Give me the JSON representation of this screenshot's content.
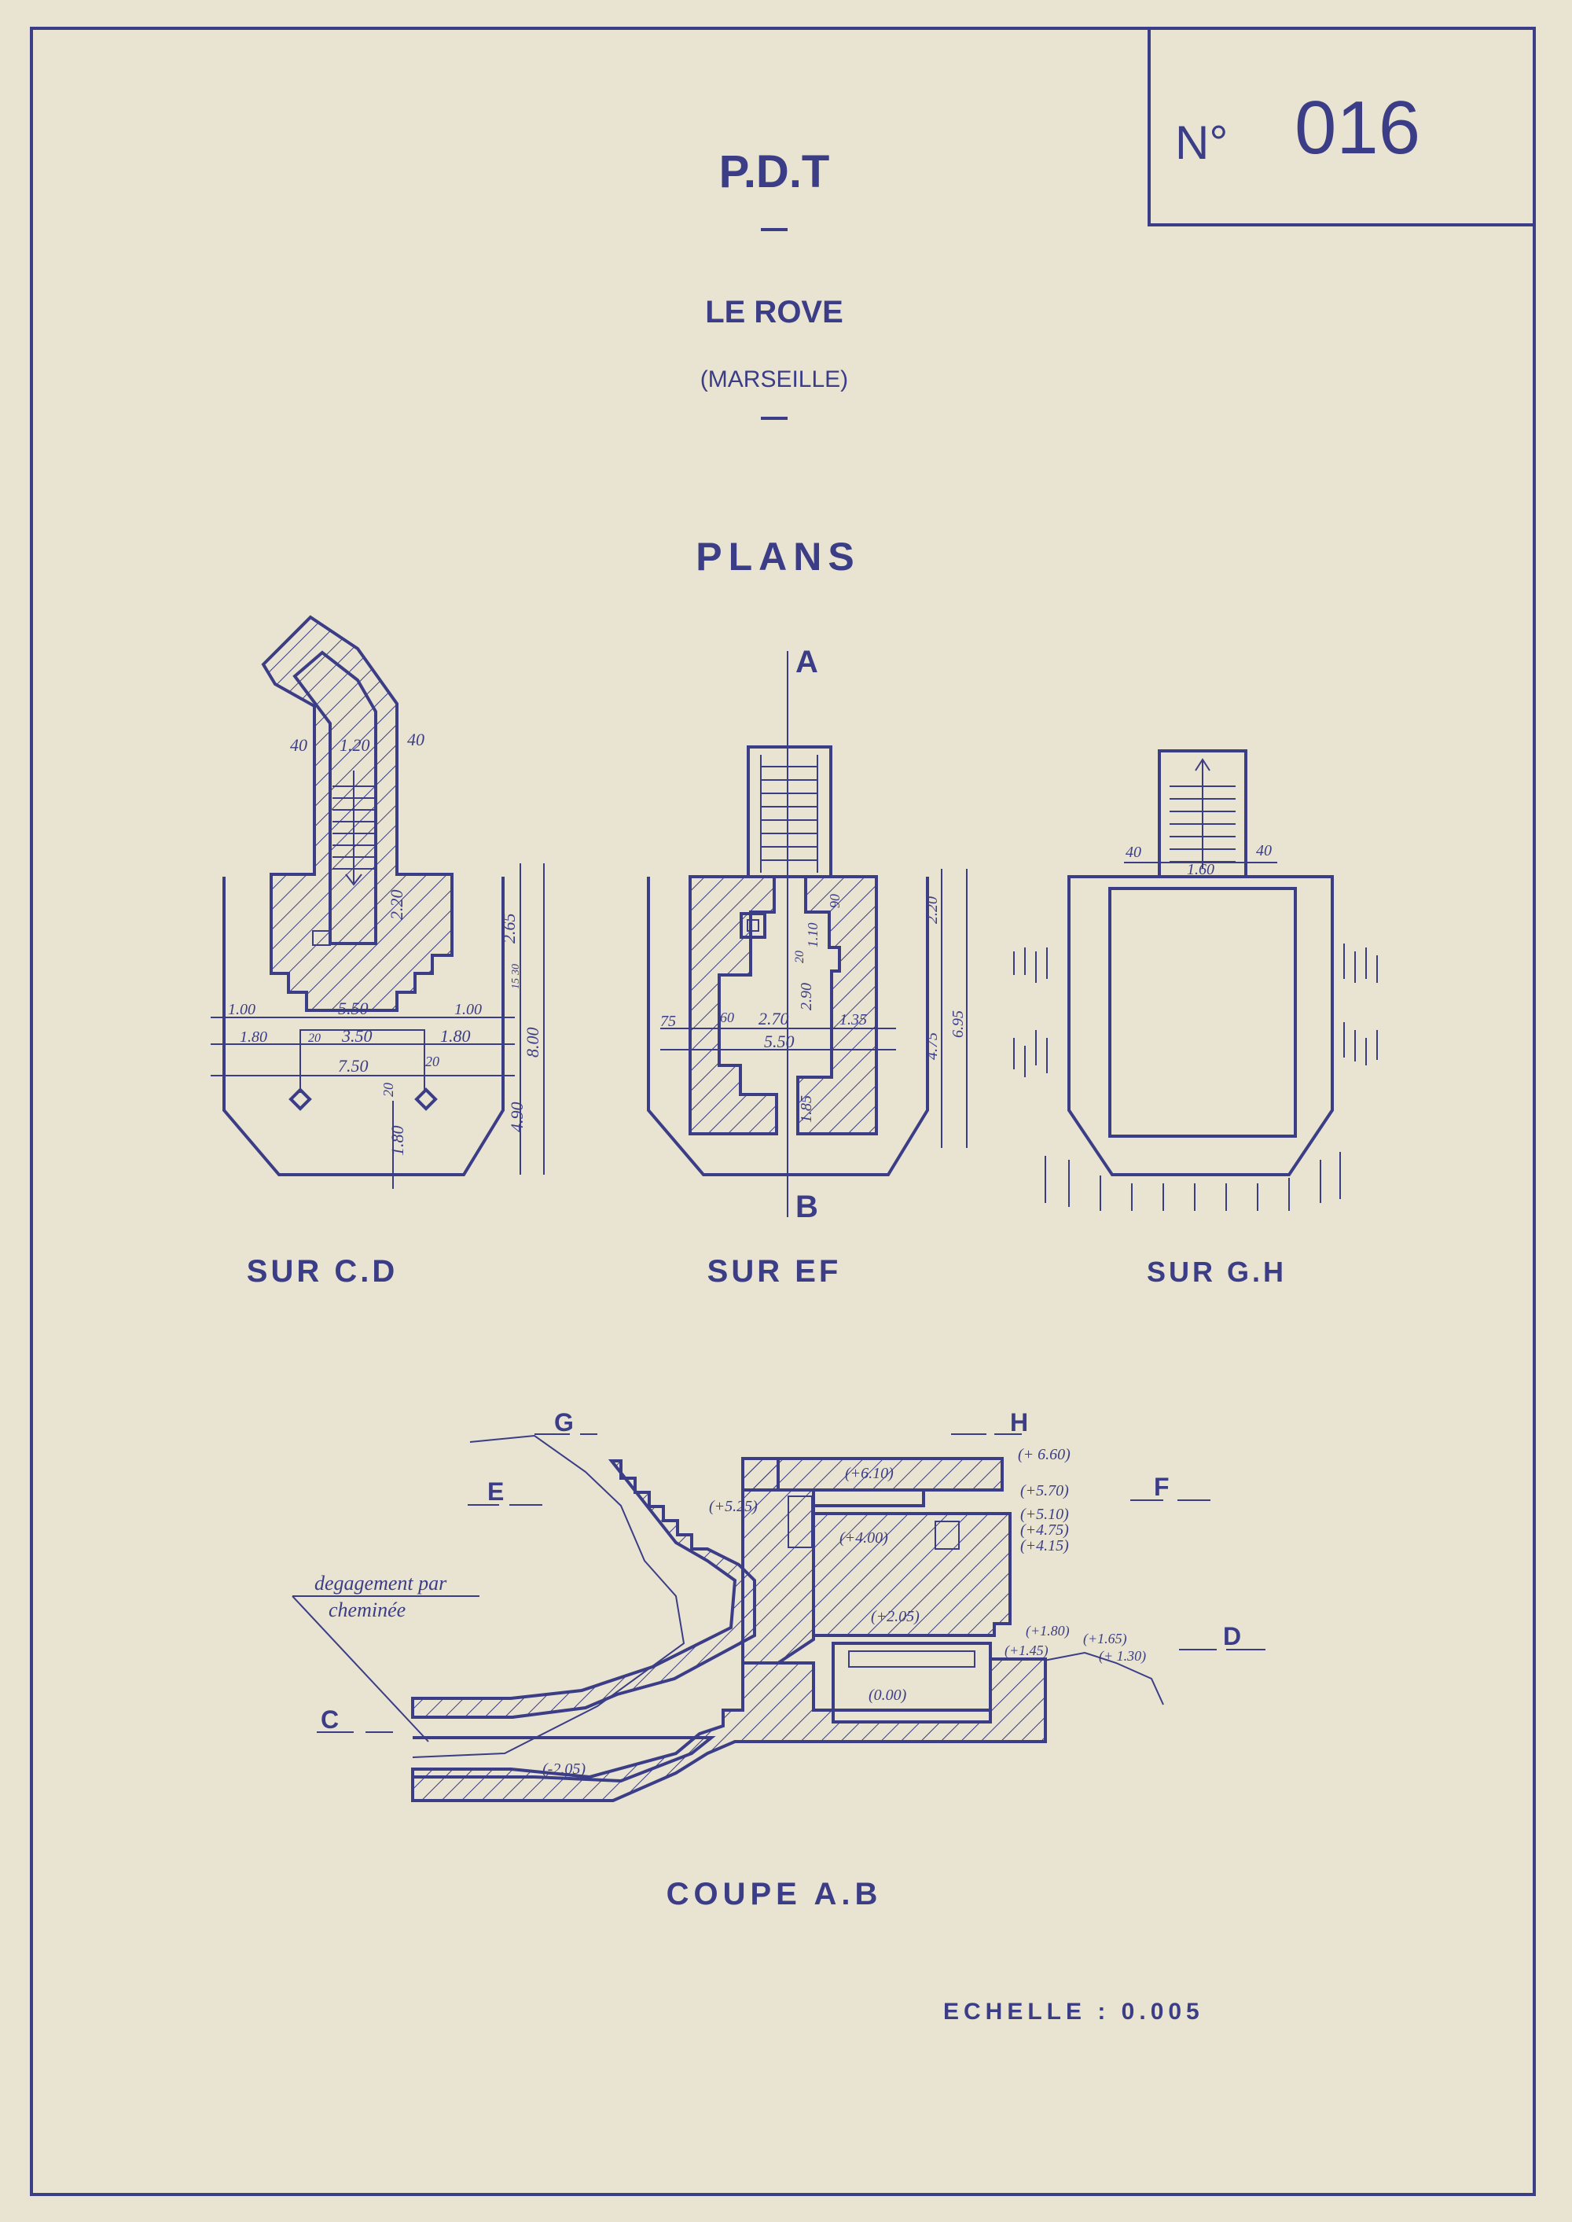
{
  "number_box": {
    "prefix": "N°",
    "number": "016"
  },
  "header": {
    "title": "P.D.T",
    "site": "LE ROVE",
    "city": "(MARSEILLE)",
    "section_heading": "PLANS"
  },
  "plans": {
    "cd": {
      "caption": "SUR C.D",
      "dims": [
        "40",
        "1.20",
        "40",
        "2.20",
        "2.65",
        "1.00",
        "5.50",
        "1.00",
        "1.80",
        "3.50",
        "1.80",
        "7.50",
        "20",
        "20",
        "20",
        "4.90",
        "8.00",
        "1.80",
        "15",
        "30"
      ]
    },
    "ef": {
      "caption": "SUR EF",
      "cut_labels": [
        "A",
        "B"
      ],
      "dims": [
        "90",
        "1.10",
        "20",
        "2.90",
        "75",
        "60",
        "2.70",
        "1.35",
        "5.50",
        "1.85",
        "2.20",
        "4.75",
        "6.95"
      ]
    },
    "gh": {
      "caption": "SUR G.H",
      "dims": [
        "40",
        "1.60",
        "40"
      ]
    }
  },
  "section": {
    "caption": "COUPE A.B",
    "cut_letters": [
      "G",
      "H",
      "E",
      "F",
      "C",
      "D"
    ],
    "levels": [
      "(+6.10)",
      "(+ 6.60)",
      "(+5.25)",
      "(+5.70)",
      "(+4.00)",
      "(+5.10)",
      "(+4.75)",
      "(+4.15)",
      "(+2.05)",
      "(+1.80)",
      "(+1.45)",
      "(+1.65)",
      "(+ 1.30)",
      "(0.00)",
      "(-2.05)"
    ],
    "note": [
      "degagement par",
      "cheminée"
    ]
  },
  "scale": "ECHELLE : 0.005"
}
